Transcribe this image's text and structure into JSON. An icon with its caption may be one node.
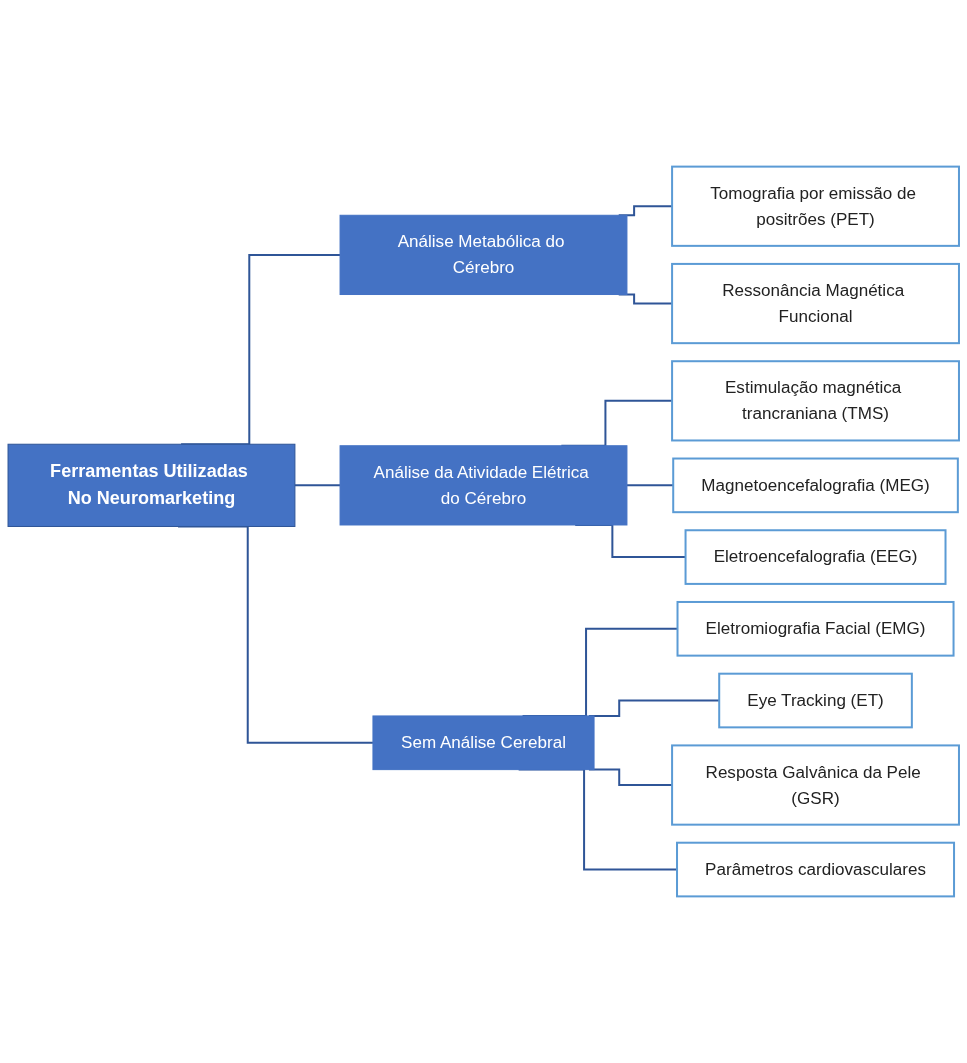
{
  "diagram": {
    "nodes": [
      {
        "text": [
          "Ferramentas Utilizadas No Neuromarketing"
        ]
      },
      {
        "text": [
          "Análise Metabólica do Cérebro"
        ]
      },
      {
        "text": [
          "Análise da Atividade Elétrica do Cérebro"
        ]
      },
      {
        "text": [
          "Sem Análise Cerebral"
        ]
      },
      {
        "text": [
          "Tomografia por emissão de positrões (PET)"
        ]
      },
      {
        "text": [
          "Ressonância Magnética Funcional"
        ]
      },
      {
        "text": [
          "Estimulação magnética trancraniana (TMS)"
        ]
      },
      {
        "text": [
          "Magnetoencefalografia (MEG)"
        ]
      },
      {
        "text": [
          "Eletroencefalografia (EEG)"
        ]
      },
      {
        "text": [
          "Eletromiografia Facial (EMG)"
        ]
      },
      {
        "text": [
          "Eye Tracking (ET)"
        ]
      },
      {
        "text": [
          "Resposta Galvânica da Pele (GSR)"
        ]
      },
      {
        "text": [
          "Parâmetros cardiovasculares"
        ]
      }
    ],
    "edges": [
      {
        "from": 0,
        "to": 1,
        "arrow": "none"
      },
      {
        "from": 0,
        "to": 2,
        "arrow": "none"
      },
      {
        "from": 0,
        "to": 3,
        "arrow": "none"
      },
      {
        "from": 1,
        "to": 4,
        "arrow": "none"
      },
      {
        "from": 1,
        "to": 5,
        "arrow": "none"
      },
      {
        "from": 2,
        "to": 6,
        "arrow": "none"
      },
      {
        "from": 2,
        "to": 7,
        "arrow": "none"
      },
      {
        "from": 2,
        "to": 8,
        "arrow": "none"
      },
      {
        "from": 3,
        "to": 9,
        "arrow": "none"
      },
      {
        "from": 3,
        "to": 10,
        "arrow": "none"
      },
      {
        "from": 3,
        "to": 11,
        "arrow": "none"
      },
      {
        "from": 3,
        "to": 12,
        "arrow": "none"
      }
    ]
  }
}
